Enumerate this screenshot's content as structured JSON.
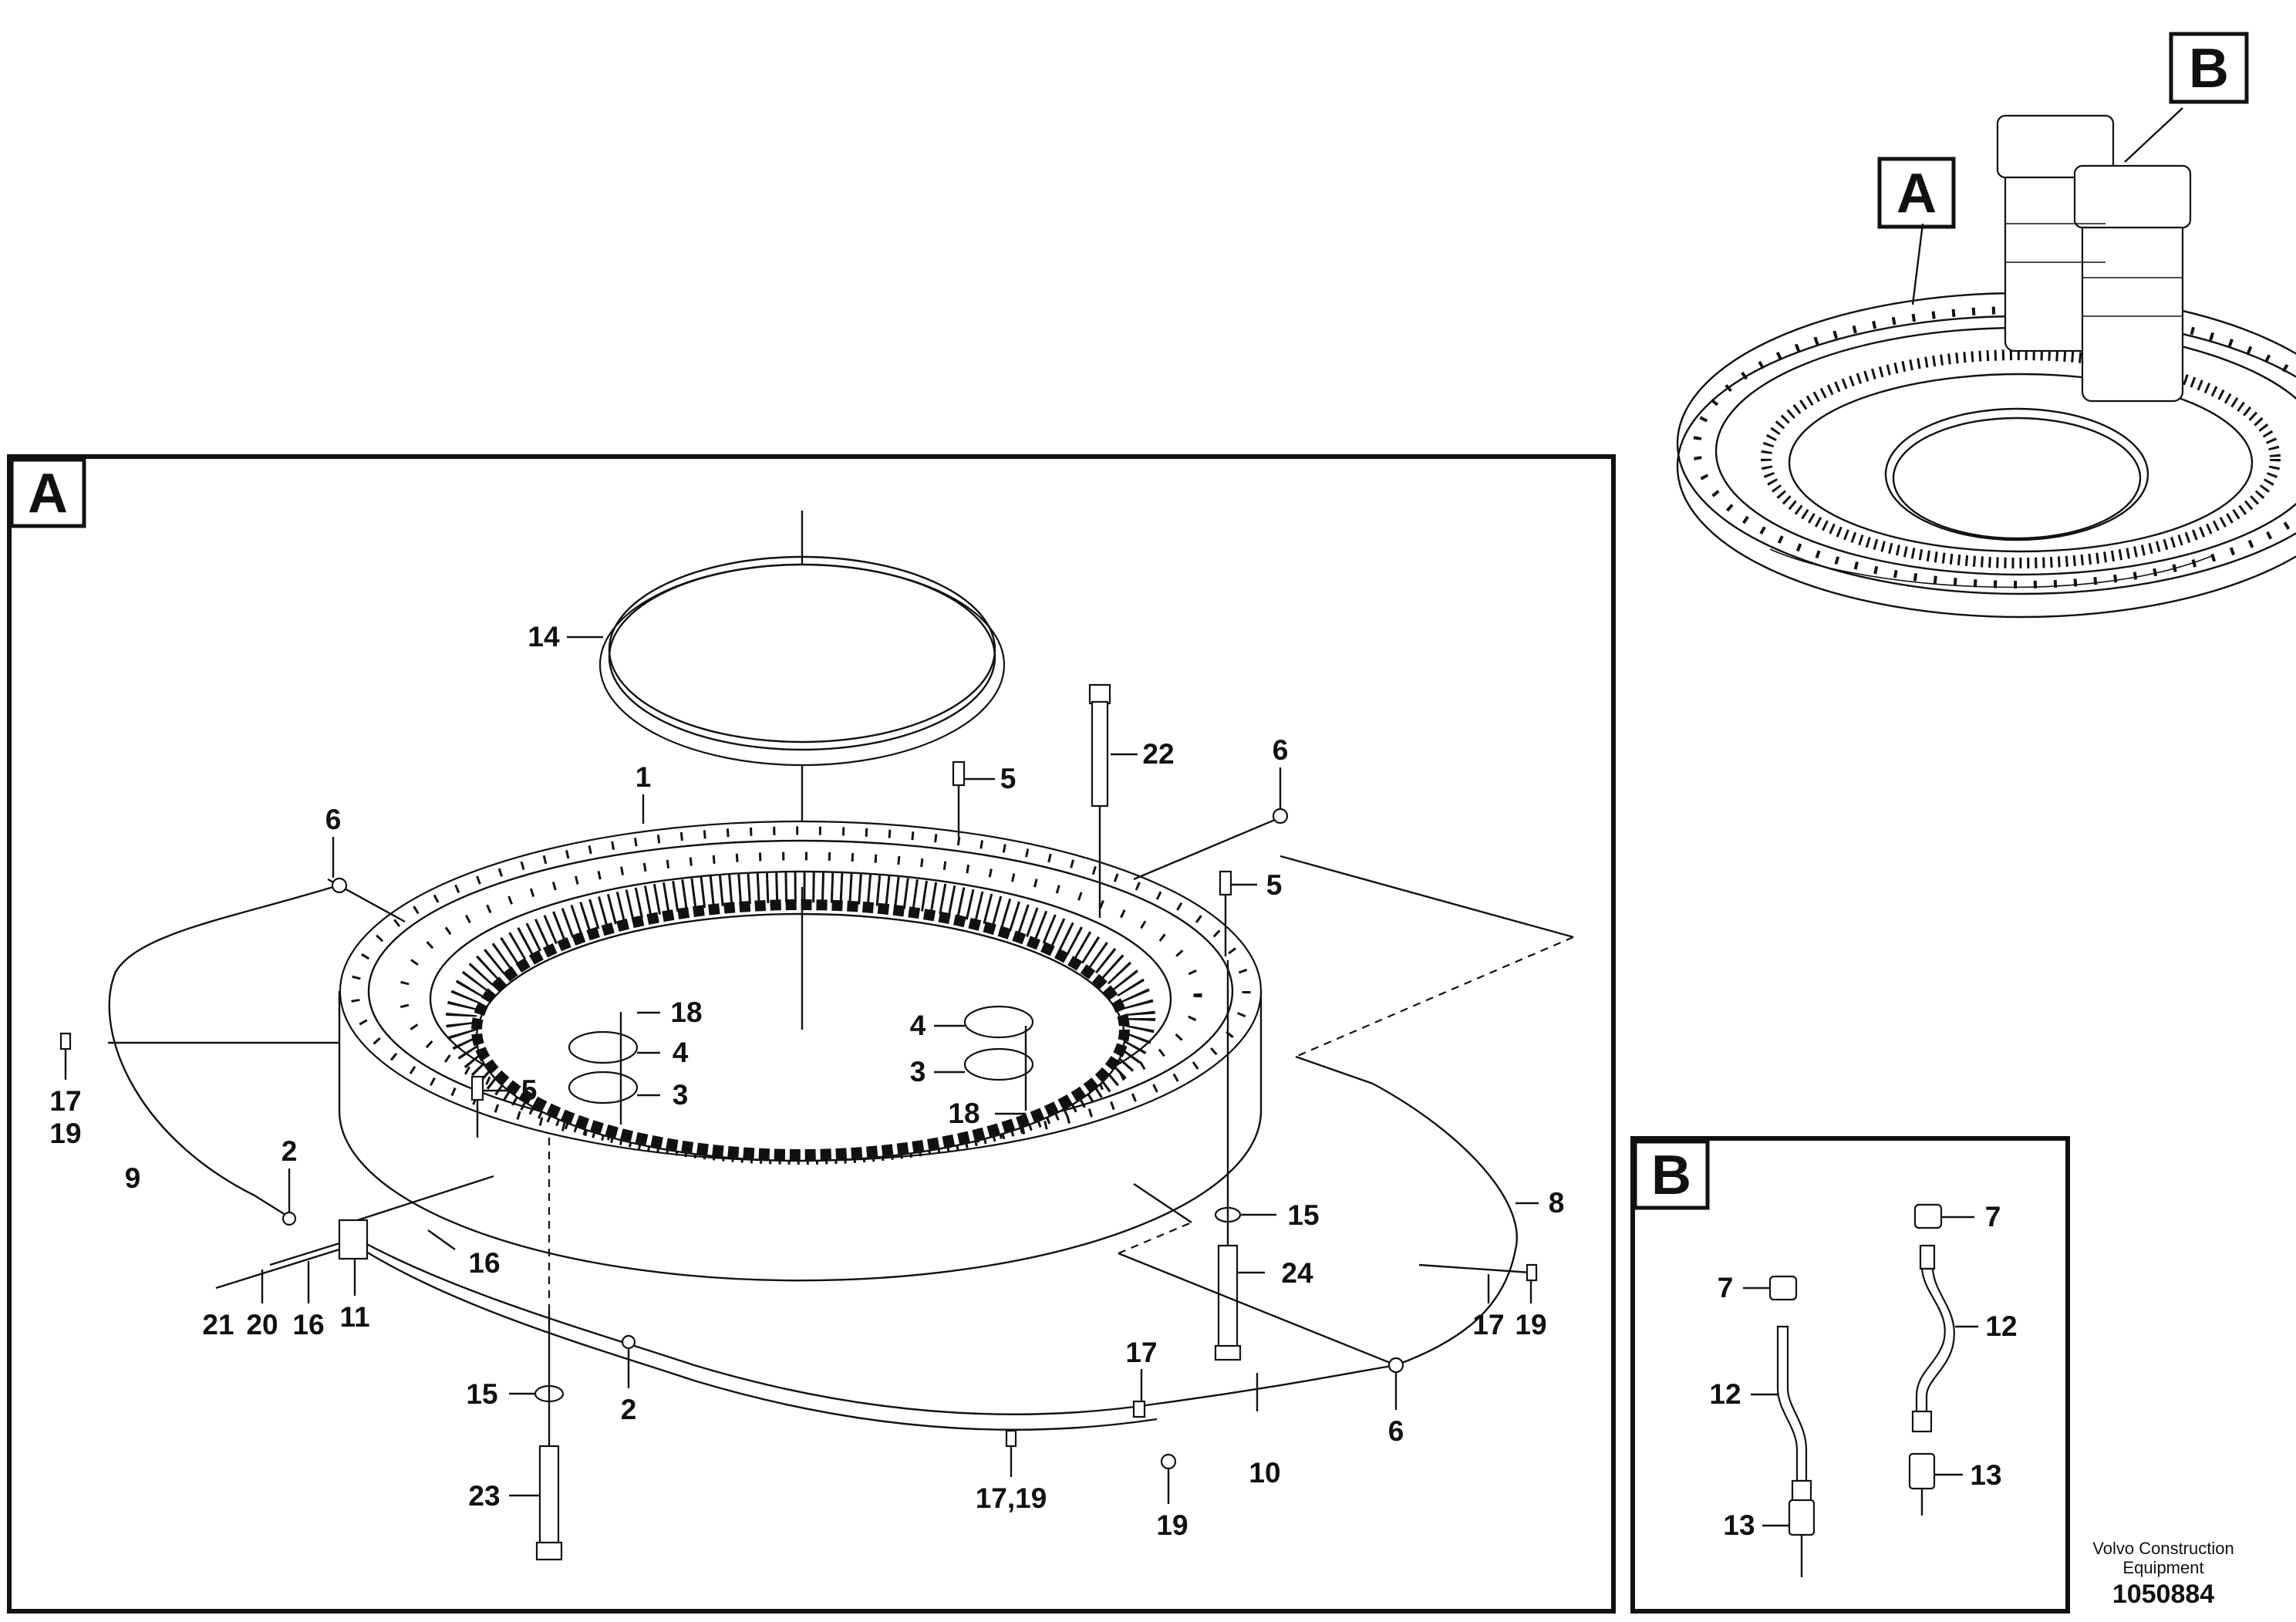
{
  "views": {
    "A": {
      "letter": "A",
      "callouts": {
        "c14": "14",
        "c1": "1",
        "c5a": "5",
        "c22": "22",
        "c6a": "6",
        "c6b": "6",
        "c5b": "5",
        "c18a": "18",
        "c4a": "4",
        "c3a": "3",
        "c4b": "4",
        "c3b": "3",
        "c18b": "18",
        "c5c": "5",
        "c17a": "17",
        "c19a": "19",
        "c9": "9",
        "c2a": "2",
        "c16a": "16",
        "c15a": "15",
        "c8": "8",
        "c24": "24",
        "c21": "21",
        "c20": "20",
        "c16b": "16",
        "c11": "11",
        "c17b": "17",
        "c19b": "19",
        "c17c": "17",
        "c15b": "15",
        "c2b": "2",
        "c6c": "6",
        "c10": "10",
        "c23": "23",
        "c1719": "17,19",
        "c19c": "19"
      }
    },
    "B": {
      "letter": "B",
      "callouts": {
        "c7a": "7",
        "c7b": "7",
        "c12a": "12",
        "c12b": "12",
        "c13a": "13",
        "c13b": "13"
      }
    },
    "overview": {
      "letter_A": "A",
      "letter_B": "B"
    }
  },
  "footer": {
    "brand_line1": "Volvo Construction",
    "brand_line2": "Equipment",
    "doc_number": "1050884"
  },
  "colors": {
    "ink": "#111111",
    "paper": "#ffffff"
  }
}
